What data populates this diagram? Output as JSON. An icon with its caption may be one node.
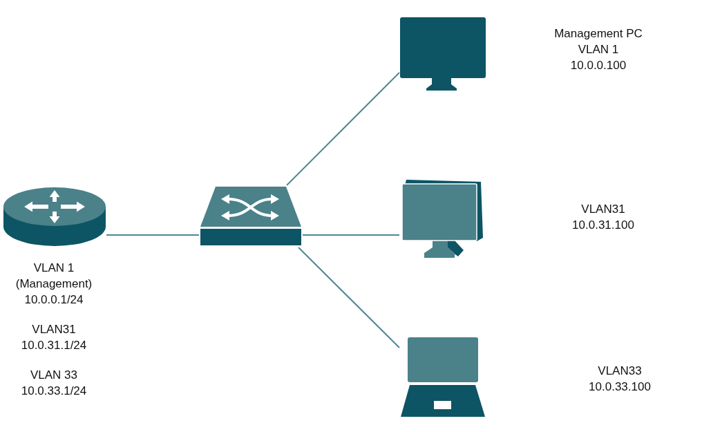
{
  "diagram": {
    "nodes": [
      {
        "text": [],
        "shape": "router",
        "beside": [
          "VLAN 1 (Management) 10.0.0.1/24",
          "VLAN31 10.0.31.1/24",
          "VLAN 33 10.0.33.1/24"
        ]
      },
      {
        "text": [],
        "shape": "switch"
      },
      {
        "text": [],
        "shape": "monitor"
      },
      {
        "text": [],
        "shape": "monitor"
      },
      {
        "text": [],
        "shape": "laptop"
      }
    ],
    "edges": [
      {
        "from": 0,
        "to": 1,
        "arrow": "none"
      },
      {
        "from": 1,
        "to": 2,
        "arrow": "none"
      },
      {
        "from": 1,
        "to": 3,
        "arrow": "none"
      },
      {
        "from": 1,
        "to": 4,
        "arrow": "none"
      }
    ],
    "labels": [
      "Management PC VLAN 1 10.0.0.100",
      "VLAN31 10.0.31.100",
      "VLAN33 10.0.33.100"
    ]
  }
}
